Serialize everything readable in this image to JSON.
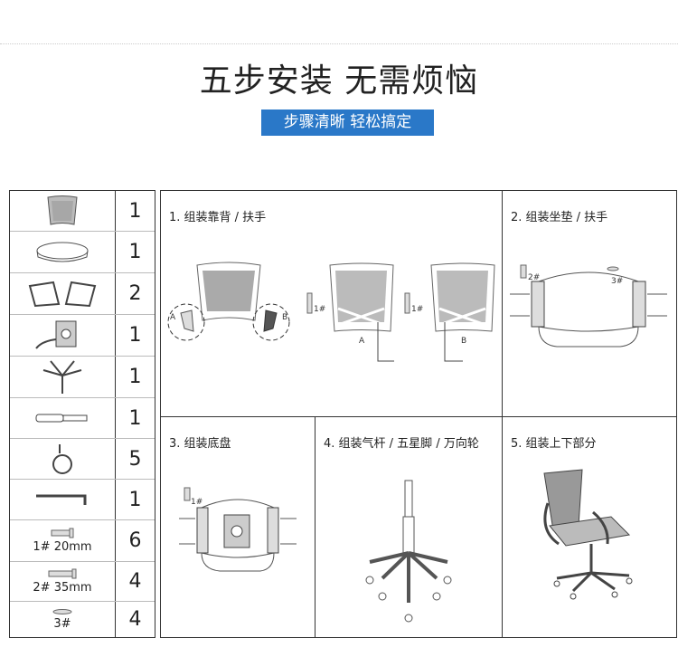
{
  "header": {
    "title": "五步安装 无需烦恼",
    "badge": "步骤清晰 轻松搞定"
  },
  "parts": [
    {
      "icon": "mesh-backrest-icon",
      "qty": "1",
      "label": ""
    },
    {
      "icon": "seat-cushion-icon",
      "qty": "1",
      "label": ""
    },
    {
      "icon": "armrest-pair-icon",
      "qty": "2",
      "label": ""
    },
    {
      "icon": "chassis-mechanism-icon",
      "qty": "1",
      "label": ""
    },
    {
      "icon": "star-base-icon",
      "qty": "1",
      "label": ""
    },
    {
      "icon": "gas-lift-icon",
      "qty": "1",
      "label": ""
    },
    {
      "icon": "caster-wheel-icon",
      "qty": "5",
      "label": ""
    },
    {
      "icon": "hex-key-icon",
      "qty": "1",
      "label": ""
    },
    {
      "icon": "screw-icon",
      "qty": "6",
      "label": "1#  20mm"
    },
    {
      "icon": "long-screw-icon",
      "qty": "4",
      "label": "2#  35mm"
    },
    {
      "icon": "washer-icon",
      "qty": "4",
      "label": "3#"
    }
  ],
  "steps": [
    {
      "title": "1. 组装靠背 / 扶手",
      "labels": {
        "a": "A",
        "b": "B",
        "screw": "1#"
      }
    },
    {
      "title": "2. 组装坐垫 / 扶手",
      "labels": {
        "screw2": "2#",
        "washer": "3#"
      }
    },
    {
      "title": "3. 组装底盘",
      "labels": {
        "screw": "1#"
      }
    },
    {
      "title": "4. 组装气杆 / 五星脚 / 万向轮"
    },
    {
      "title": "5. 组装上下部分"
    }
  ],
  "colors": {
    "badge": "#2a78c8",
    "border": "#333333"
  }
}
